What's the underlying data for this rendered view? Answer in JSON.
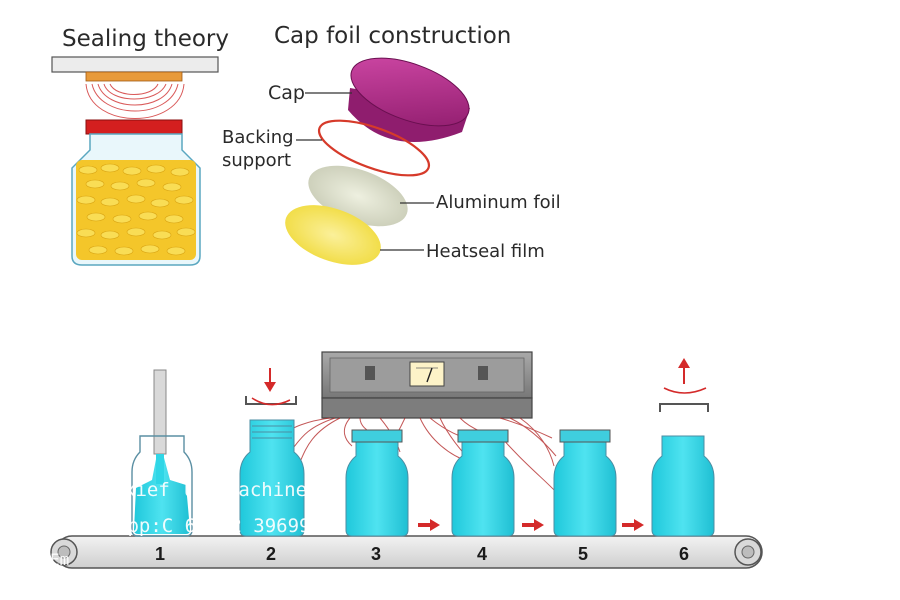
{
  "top_left": {
    "title": "Sealing theory"
  },
  "top_right": {
    "title": "Cap foil construction",
    "labels": {
      "cap": "Cap",
      "backing_line1": "Backing",
      "backing_line2": "support",
      "aluminum": "Aluminum foil",
      "heatseal": "Heatseal film"
    }
  },
  "process": {
    "steps": [
      "1",
      "2",
      "3",
      "4",
      "5",
      "6"
    ]
  },
  "watermark": {
    "line1": "xief   lingmachine. m",
    "line2": "app:C  6-182  396990",
    "line3": "Em"
  },
  "colors": {
    "bottle": "#2fd6e6",
    "cap_magenta": "#b4288a",
    "ring_red": "#d63a2a",
    "foil_gray": "#d9dcc8",
    "heatseal_yellow": "#f5e45a",
    "gold": "#f2c22c",
    "machine_gray": "#8c8c8c",
    "arrow_red": "#d42a2a"
  },
  "icons": [
    "down-arrow-icon",
    "rotate-icon",
    "up-arrow-icon",
    "gauge-icon"
  ]
}
